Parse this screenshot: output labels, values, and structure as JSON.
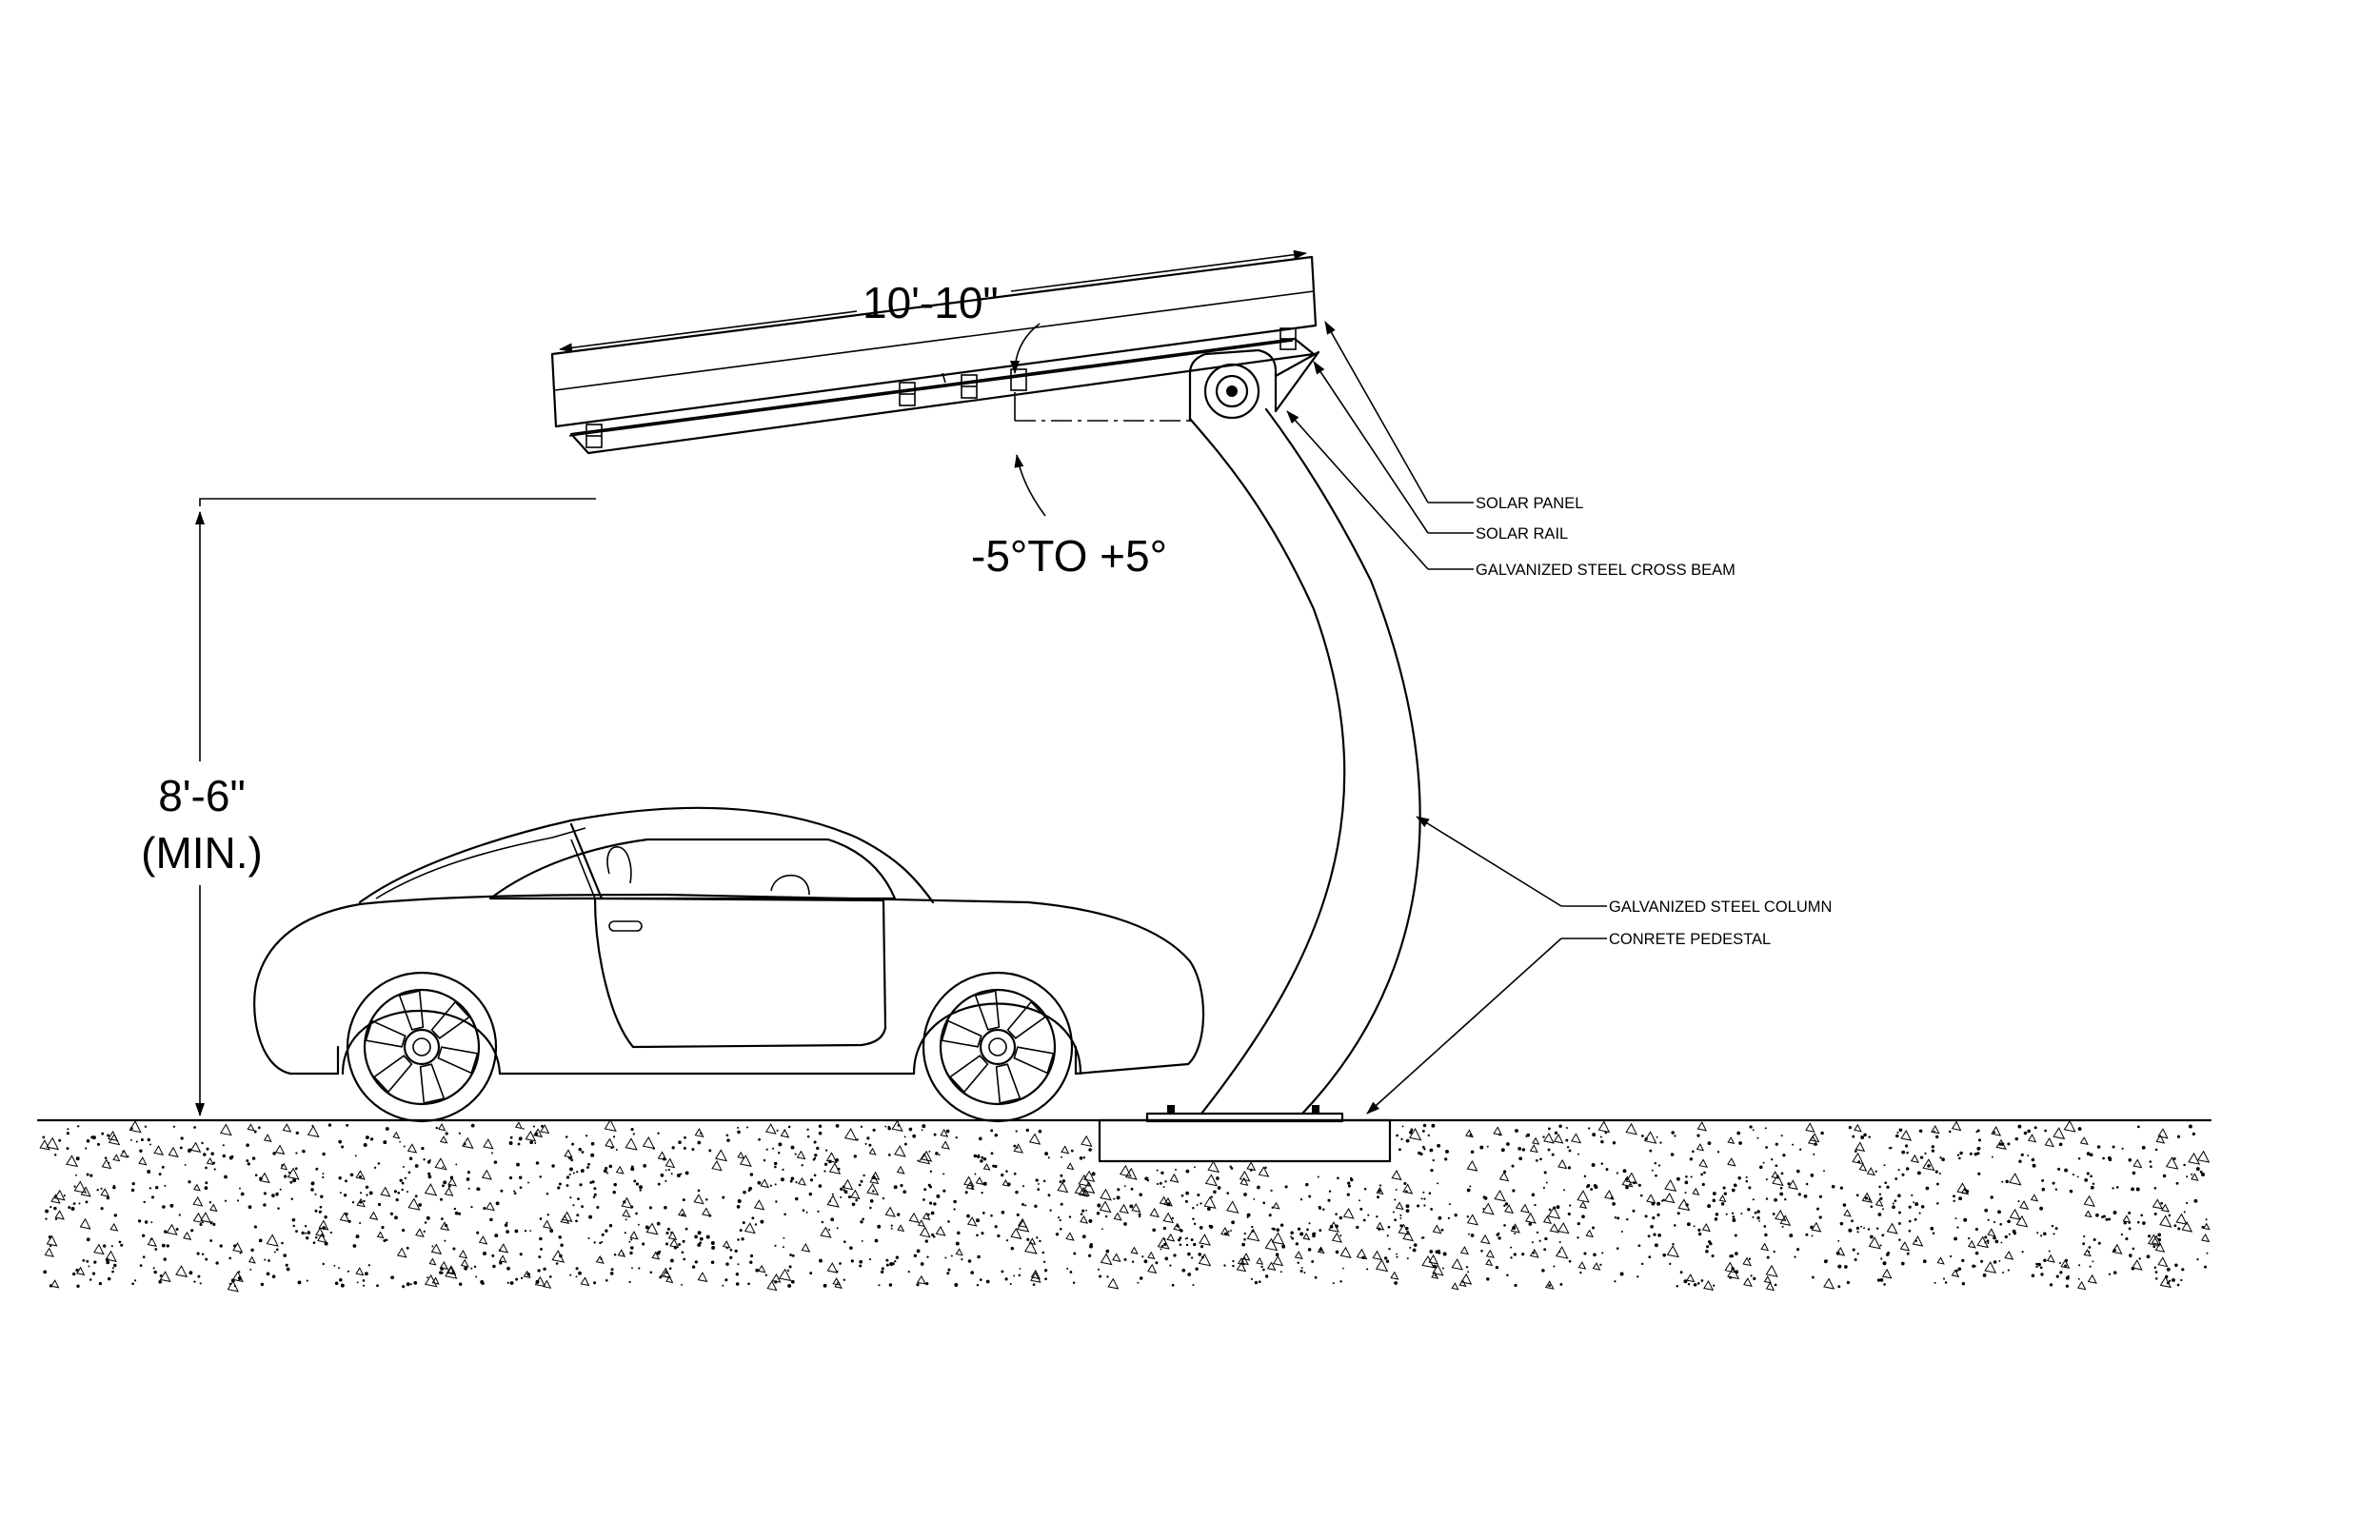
{
  "dimensions": {
    "panel_length": "10'-10\"",
    "tilt_range": "-5°TO +5°",
    "clearance_value": "8'-6\"",
    "clearance_note": "(MIN.)"
  },
  "labels": {
    "solar_panel": "SOLAR PANEL",
    "solar_rail": "SOLAR RAIL",
    "cross_beam": "GALVANIZED STEEL CROSS BEAM",
    "steel_column": "GALVANIZED STEEL COLUMN",
    "pedestal": "CONRETE PEDESTAL"
  },
  "colors": {
    "ink": "#000000",
    "paper": "#ffffff"
  }
}
